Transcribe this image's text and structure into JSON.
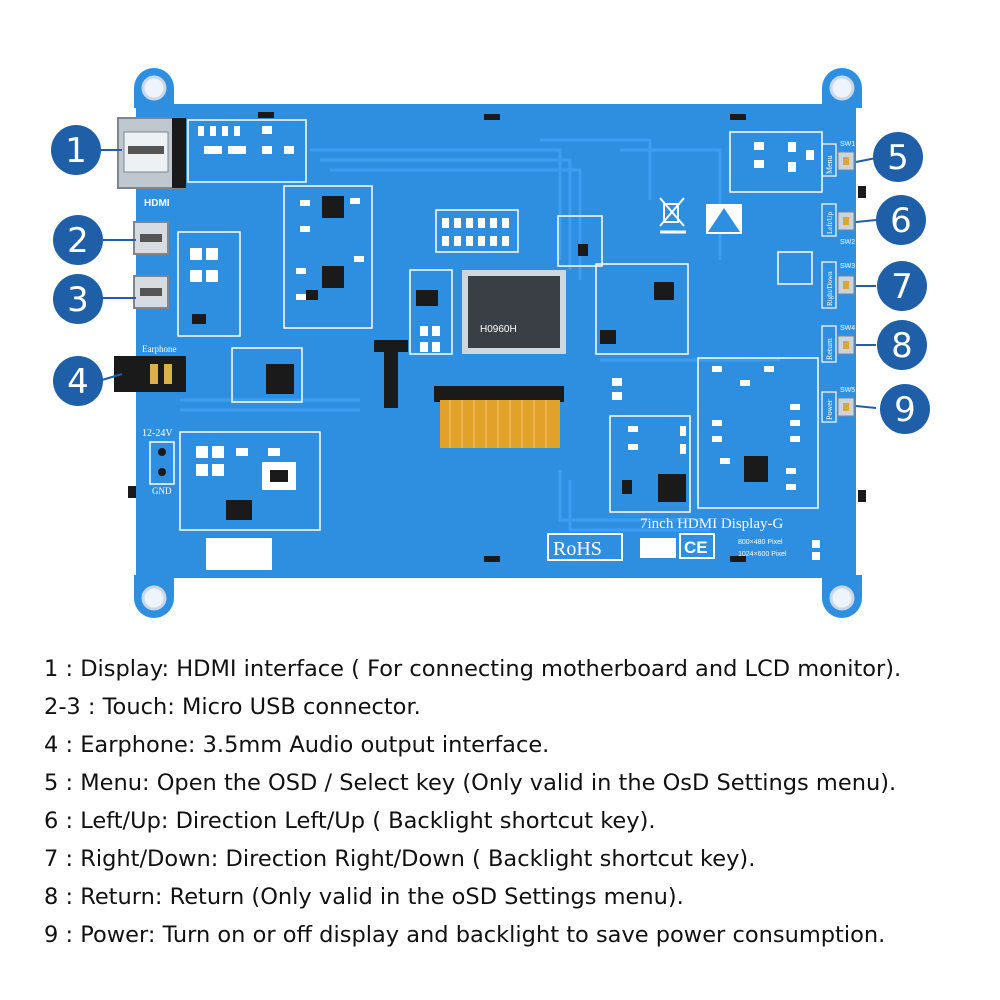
{
  "board": {
    "hdmi_label": "HDMI",
    "earphone_label": "Earphone",
    "power_input_label": "12-24V",
    "gnd_label": "GND",
    "model_name": "7inch HDMI Display-G",
    "resolution_1": "800×480 Pixel",
    "resolution_2": "1024×600 Pixel",
    "rohs_mark": "RoHS",
    "ce_mark": "CE",
    "ic_marking": "H0960H",
    "button_labels": [
      "Menu",
      "Left/Up",
      "Right/Down",
      "Return",
      "Power"
    ],
    "switch_refs": [
      "SW1",
      "SW2",
      "SW3",
      "SW4",
      "SW5"
    ]
  },
  "callouts": [
    "1",
    "2",
    "3",
    "4",
    "5",
    "6",
    "7",
    "8",
    "9"
  ],
  "legend": [
    "1 : Display: HDMI interface ( For connecting motherboard and LCD monitor).",
    "2-3 : Touch: Micro USB connector.",
    "4 : Earphone: 3.5mm Audio output interface.",
    "5 : Menu: Open the OSD / Select key (Only valid in the OsD Settings menu).",
    "6 : Left/Up: Direction Left/Up ( Backlight shortcut key).",
    "7 : Right/Down: Direction Right/Down ( Backlight shortcut key).",
    "8 : Return: Return (Only valid in the oSD Settings menu).",
    "9 : Power: Turn on or off display and backlight to save power consumption."
  ],
  "colors": {
    "pcb": "#2e8ee0",
    "trace": "#3a9bea",
    "callout_circle": "#1f5fa8",
    "silkscreen": "#ffffff",
    "flex_cable": "#e2a12a"
  }
}
